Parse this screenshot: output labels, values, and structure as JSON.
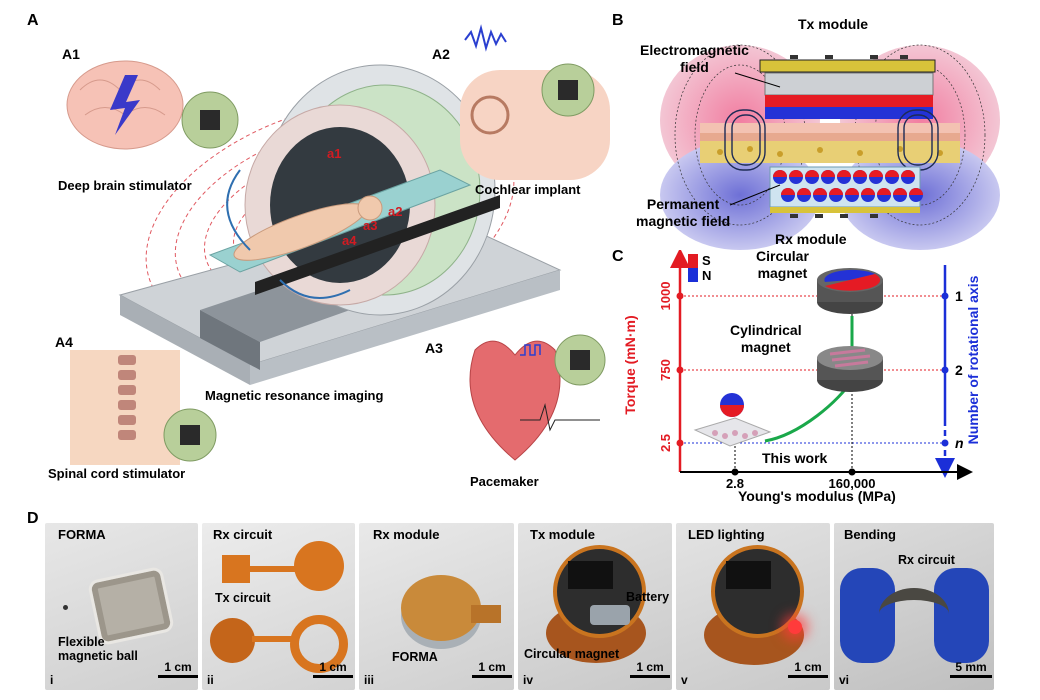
{
  "panels": {
    "A": {
      "label": "A",
      "sub": {
        "a1": {
          "label": "A1",
          "caption": "Deep brain stimulator"
        },
        "a2": {
          "label": "A2",
          "caption": "Cochlear implant"
        },
        "a3": {
          "label": "A3",
          "caption": "Pacemaker"
        },
        "a4": {
          "label": "A4",
          "caption": "Spinal cord stimulator"
        }
      },
      "mri_caption": "Magnetic resonance imaging",
      "mri_markers": [
        "a1",
        "a2",
        "a3",
        "a4"
      ]
    },
    "B": {
      "label": "B",
      "tx": "Tx module",
      "rx": "Rx module",
      "em_field_line1": "Electromagnetic",
      "em_field_line2": "field",
      "pm_field_line1": "Permanent",
      "pm_field_line2": "magnetic field"
    },
    "C": {
      "label": "C",
      "legend_s": "S",
      "legend_n": "N",
      "circ_line1": "Circular",
      "circ_line2": "magnet",
      "cyl_line1": "Cylindrical",
      "cyl_line2": "magnet",
      "this_work": "This work",
      "colors": {
        "left_axis": "#e31b23",
        "right_axis": "#1b2fd8",
        "curve": "#1aa84a"
      }
    },
    "D": {
      "label": "D",
      "photos": [
        {
          "title": "FORMA",
          "roman": "i",
          "scale": "1 cm",
          "inner1": "Flexible",
          "inner2": "magnetic ball"
        },
        {
          "title": "Rx circuit",
          "roman": "ii",
          "scale": "1 cm",
          "inner1": "Tx circuit"
        },
        {
          "title": "Rx module",
          "roman": "iii",
          "scale": "1 cm",
          "inner1": "FORMA"
        },
        {
          "title": "Tx module",
          "roman": "iv",
          "scale": "1 cm",
          "inner1": "Battery",
          "inner2": "Circular magnet"
        },
        {
          "title": "LED lighting",
          "roman": "v",
          "scale": "1 cm"
        },
        {
          "title": "Bending",
          "roman": "vi",
          "scale": "5 mm",
          "inner1": "Rx circuit"
        }
      ]
    }
  },
  "chart_data": {
    "type": "line",
    "xlabel": "Young's modulus (MPa)",
    "ylabel": "Torque (mN·m)",
    "y2label": "Number of rotational axis",
    "x_ticks": [
      "2.8",
      "160,000"
    ],
    "y_ticks": [
      "2.5",
      "750",
      "1000"
    ],
    "y2_ticks": [
      "n",
      "2",
      "1"
    ],
    "points": [
      {
        "x": 2.8,
        "y": 2.5,
        "axes": "n",
        "label": "This work"
      },
      {
        "x": 160000,
        "y": 750,
        "axes": "2",
        "label": "Cylindrical magnet"
      },
      {
        "x": 160000,
        "y": 1000,
        "axes": "1",
        "label": "Circular magnet"
      }
    ]
  }
}
